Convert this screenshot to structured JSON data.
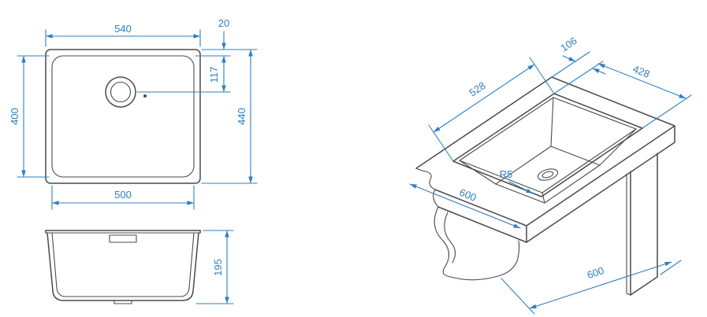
{
  "colors": {
    "dimension_blue": "#2e7fc2",
    "drawing_gray": "#4b4b4b",
    "background": "#ffffff"
  },
  "top_view": {
    "width_top": "540",
    "rim_offset": "20",
    "bowl_height": "400",
    "drain_offset": "117",
    "total_height": "440",
    "bowl_width": "500"
  },
  "front_view": {
    "bowl_depth": "195"
  },
  "iso_view": {
    "edge_offset": "106",
    "cutout_depth": "428",
    "cutout_length": "528",
    "worktop_depth": "600",
    "corner_radius": "R5",
    "cabinet_width": "600"
  }
}
